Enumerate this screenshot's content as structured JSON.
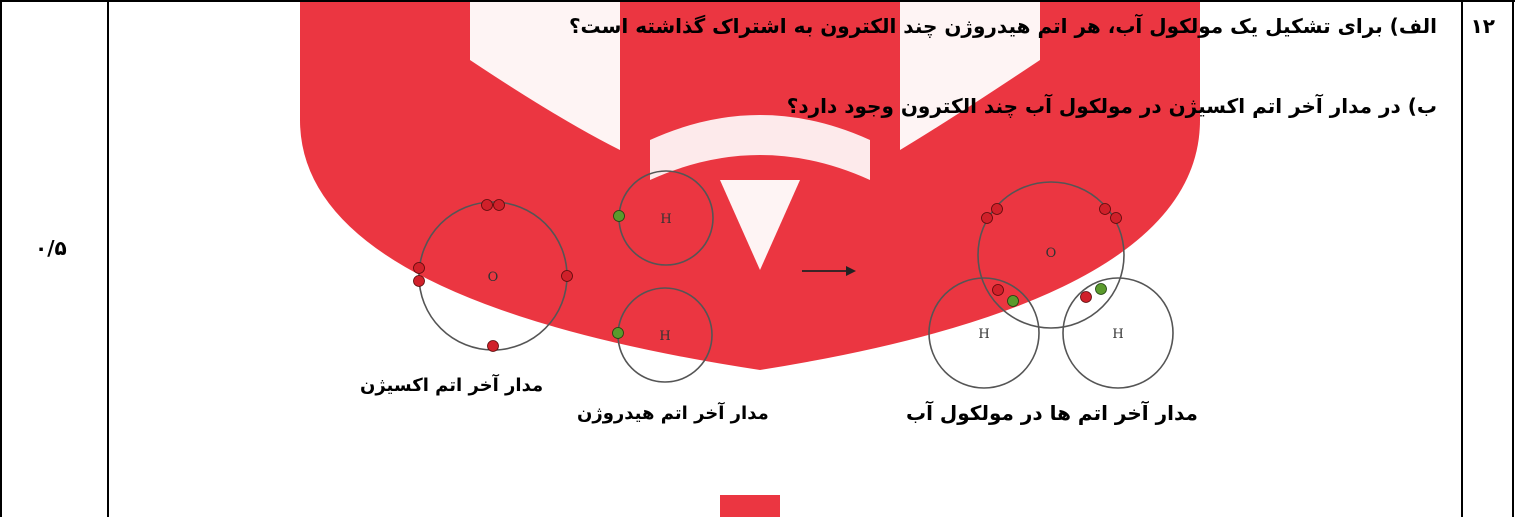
{
  "question": {
    "number": "۱۲",
    "part_a": "الف) برای تشکیل یک مولکول آب، هر اتم هیدروژن چند الکترون به اشتراک گذاشته است؟",
    "part_b": "ب) در مدار آخر اتم اکسیژن در مولکول آب چند الکترون وجود دارد؟"
  },
  "score": "۰/۵",
  "diagram": {
    "oxygen_label": "O",
    "hydrogen_label": "H",
    "arrow": "→",
    "captions": {
      "oxygen": "مدار آخر اتم اکسیژن",
      "hydrogen": "مدار آخر اتم هیدروژن",
      "water": "مدار آخر اتم ها در مولکول آب"
    },
    "colors": {
      "oxygen_electron": "#d0202a",
      "hydrogen_electron": "#5a9a2c"
    }
  },
  "watermark": {
    "color": "#e8202a"
  }
}
